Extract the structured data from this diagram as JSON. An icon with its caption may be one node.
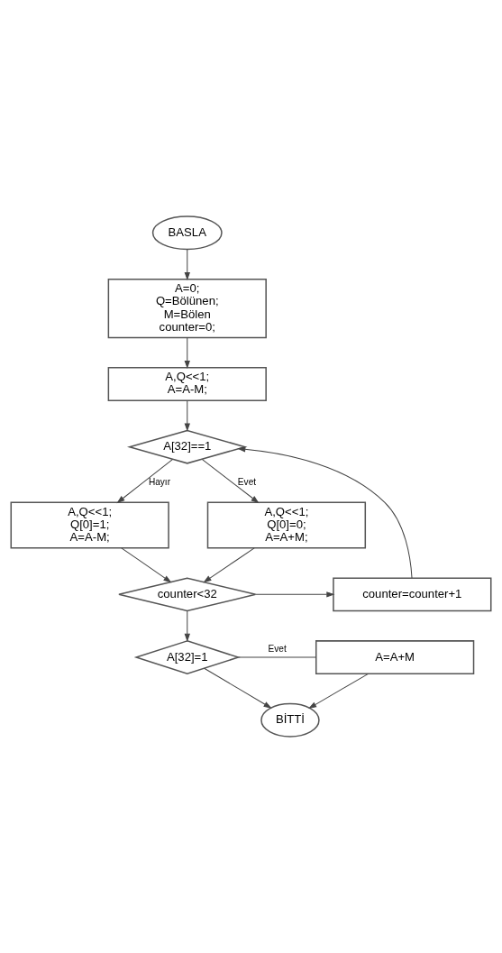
{
  "diagram": {
    "nodes": [
      {
        "text": [
          "BASLA"
        ]
      },
      {
        "text": [
          "A=0; Q=Bölünen; M=Bölen counter=0;"
        ]
      },
      {
        "text": [
          "A,Q<<1; A=A-M;"
        ]
      },
      {
        "text": [
          "A[32]==1"
        ]
      },
      {
        "text": [
          "A,Q<<1; Q[0]=1; A=A-M;"
        ]
      },
      {
        "text": [
          "A,Q<<1; Q[0]=0; A=A+M;"
        ]
      },
      {
        "text": [
          "counter<32"
        ]
      },
      {
        "text": [
          "counter=counter+1"
        ]
      },
      {
        "text": [
          "A[32]=1"
        ]
      },
      {
        "text": [
          "A=A+M"
        ]
      },
      {
        "text": [
          "BİTTİ"
        ]
      }
    ],
    "edges": [
      {
        "from": 0,
        "to": 1,
        "arrow": "to"
      },
      {
        "from": 1,
        "to": 2,
        "arrow": "to"
      },
      {
        "from": 2,
        "to": 3,
        "arrow": "to"
      },
      {
        "from": 3,
        "to": 5,
        "arrow": "to",
        "label": "Evet"
      },
      {
        "from": 3,
        "to": 4,
        "arrow": "to",
        "label": "Hayır"
      },
      {
        "from": 4,
        "to": 6,
        "arrow": "to"
      },
      {
        "from": 5,
        "to": 6,
        "arrow": "to"
      },
      {
        "from": 6,
        "to": 7,
        "arrow": "to"
      },
      {
        "from": 7,
        "to": 3,
        "arrow": "to"
      },
      {
        "from": 6,
        "to": 8,
        "arrow": "to"
      },
      {
        "from": 8,
        "to": 9,
        "arrow": "none",
        "label": "Evet"
      },
      {
        "from": 9,
        "to": 10,
        "arrow": "to"
      },
      {
        "from": 8,
        "to": 10,
        "arrow": "to"
      }
    ]
  }
}
